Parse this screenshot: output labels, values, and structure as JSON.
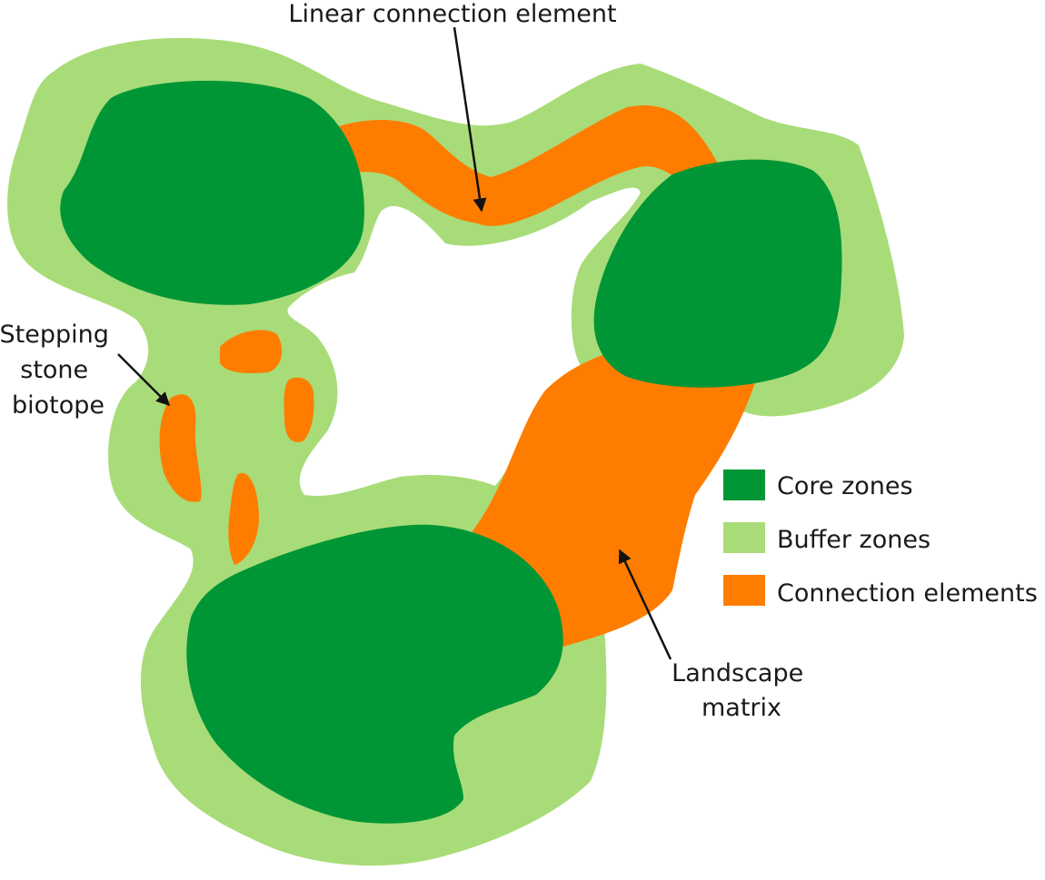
{
  "annotations": {
    "linear_connection": "Linear connection element",
    "stepping_stone": [
      "Stepping",
      "stone",
      "biotope"
    ],
    "landscape_matrix": [
      "Landscape",
      "matrix"
    ]
  },
  "legend": {
    "items": [
      {
        "label": "Core zones",
        "color": "#009636"
      },
      {
        "label": "Buffer zones",
        "color": "#a8dc78"
      },
      {
        "label": "Connection elements",
        "color": "#fe7d00"
      }
    ]
  },
  "colors": {
    "core": "#009636",
    "buffer": "#a8dc78",
    "connection": "#fe7d00",
    "arrow": "#111111",
    "matrix": "#ffffff"
  }
}
